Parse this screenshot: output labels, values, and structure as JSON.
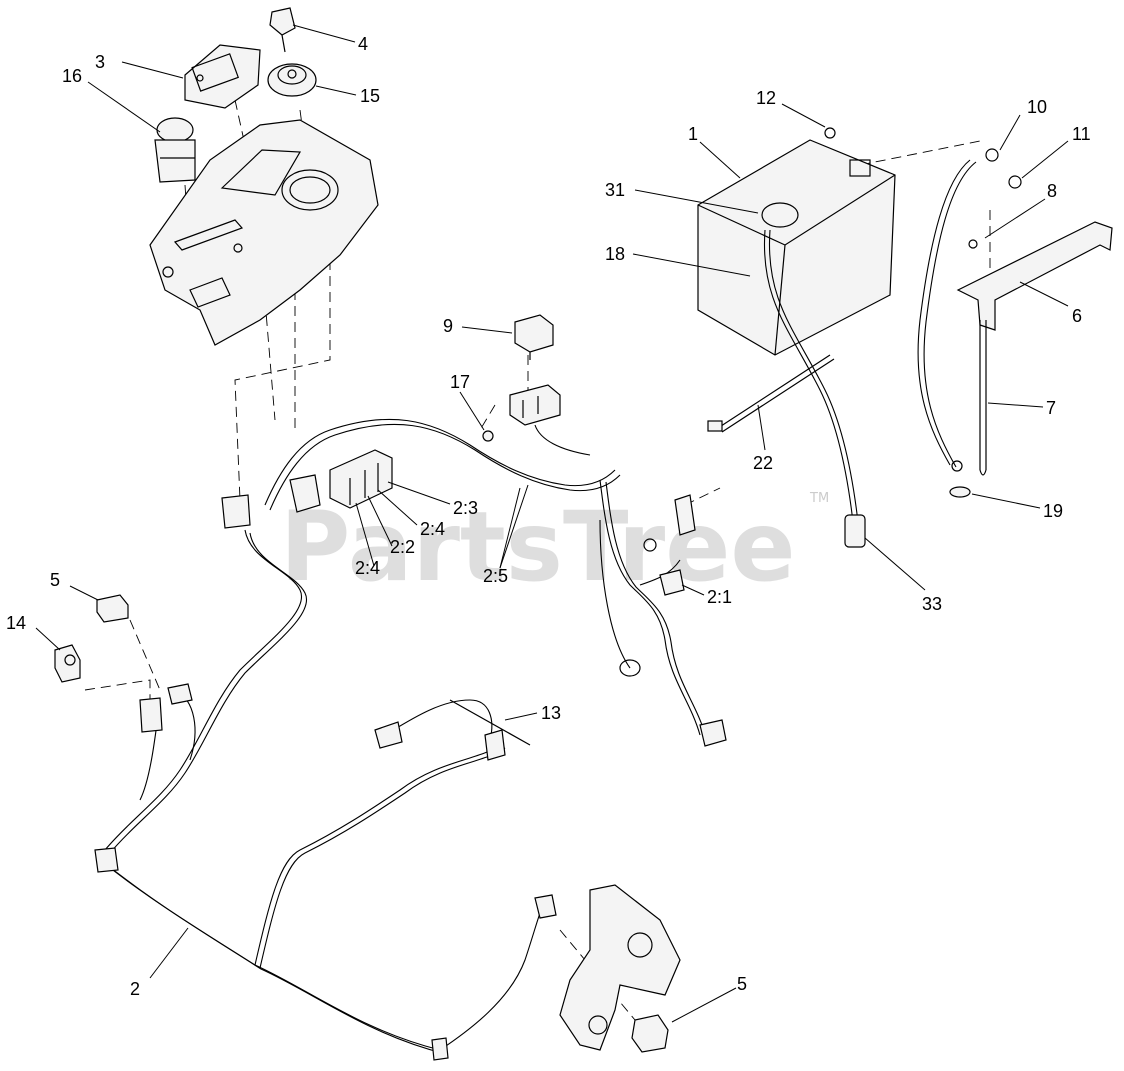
{
  "watermark": {
    "text": "PartsTree",
    "trademark": "TM"
  },
  "callouts": [
    {
      "id": "c4",
      "label": "4"
    },
    {
      "id": "c3",
      "label": "3"
    },
    {
      "id": "c16",
      "label": "16"
    },
    {
      "id": "c15",
      "label": "15"
    },
    {
      "id": "c12",
      "label": "12"
    },
    {
      "id": "c10",
      "label": "10"
    },
    {
      "id": "c1",
      "label": "1"
    },
    {
      "id": "c11",
      "label": "11"
    },
    {
      "id": "c31",
      "label": "31"
    },
    {
      "id": "c8",
      "label": "8"
    },
    {
      "id": "c18",
      "label": "18"
    },
    {
      "id": "c6",
      "label": "6"
    },
    {
      "id": "c9",
      "label": "9"
    },
    {
      "id": "c17",
      "label": "17"
    },
    {
      "id": "c7",
      "label": "7"
    },
    {
      "id": "c22",
      "label": "22"
    },
    {
      "id": "c2_3",
      "label": "2:3"
    },
    {
      "id": "c2_4a",
      "label": "2:4"
    },
    {
      "id": "c19",
      "label": "19"
    },
    {
      "id": "c2_2",
      "label": "2:2"
    },
    {
      "id": "c2_4b",
      "label": "2:4"
    },
    {
      "id": "c2_5",
      "label": "2:5"
    },
    {
      "id": "c5a",
      "label": "5"
    },
    {
      "id": "c2_1",
      "label": "2:1"
    },
    {
      "id": "c33",
      "label": "33"
    },
    {
      "id": "c14",
      "label": "14"
    },
    {
      "id": "c13",
      "label": "13"
    },
    {
      "id": "c2",
      "label": "2"
    },
    {
      "id": "c5b",
      "label": "5"
    }
  ]
}
